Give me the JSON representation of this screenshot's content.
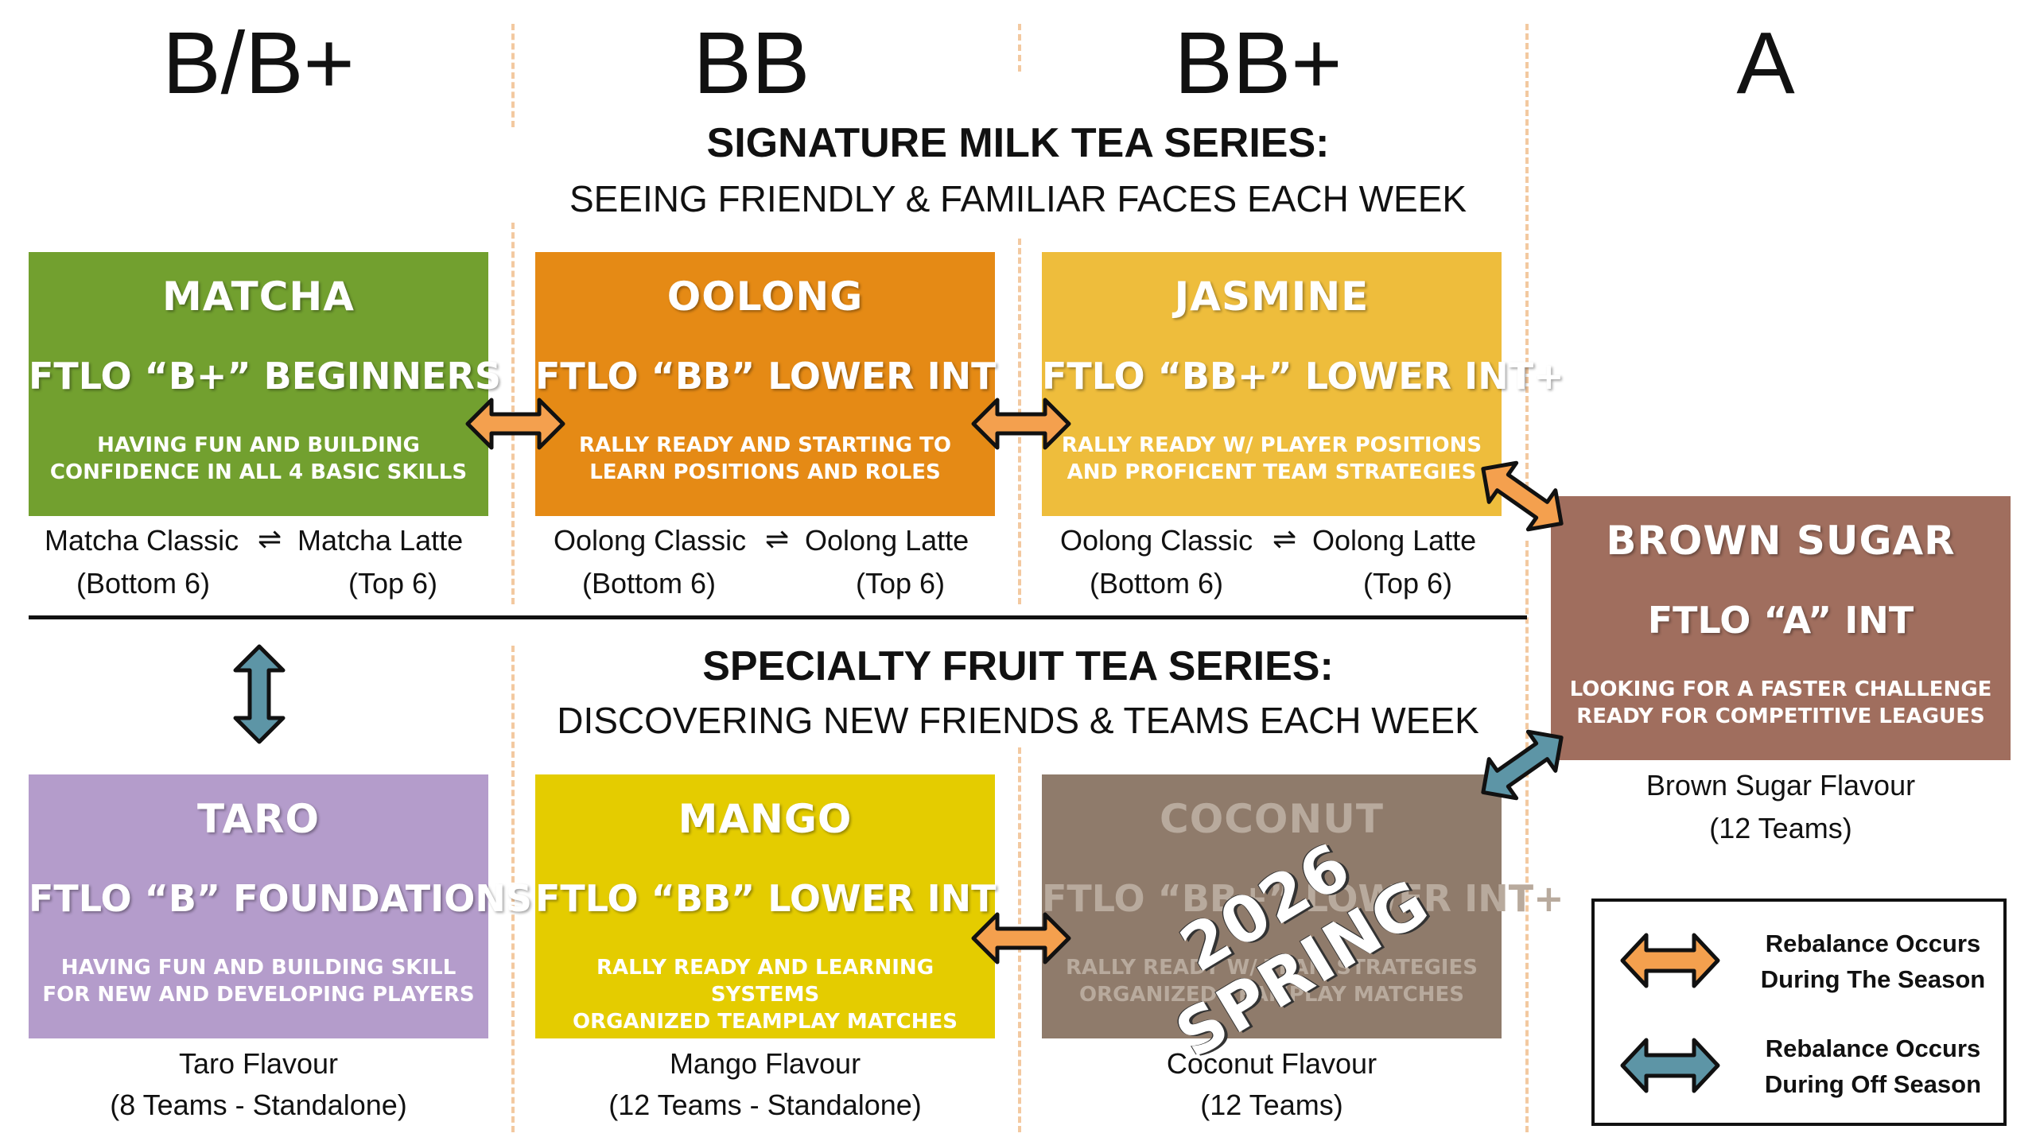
{
  "columns": [
    "B/B+",
    "BB",
    "BB+",
    "A"
  ],
  "milk_series": {
    "title": "SIGNATURE MILK TEA SERIES:",
    "subtitle": "SEEING FRIENDLY & FAMILIAR FACES EACH WEEK"
  },
  "fruit_series": {
    "title": "SPECIALTY FRUIT TEA SERIES:",
    "subtitle": "DISCOVERING NEW FRIENDS & TEAMS EACH WEEK"
  },
  "boxes": {
    "matcha": {
      "color": "#72a02f",
      "name": "MATCHA",
      "level": "FTLO “B+” BEGINNERS",
      "desc1": "HAVING FUN AND BUILDING",
      "desc2": "CONFIDENCE IN ALL 4 BASIC SKILLS",
      "cap_left": "Matcha Classic",
      "cap_sym": "⇌",
      "cap_right": "Matcha Latte",
      "sub_left": "(Bottom 6)",
      "sub_right": "(Top 6)"
    },
    "oolong": {
      "color": "#e58a15",
      "name": "OOLONG",
      "level": "FTLO “BB” LOWER INT",
      "desc1": "RALLY READY AND STARTING TO",
      "desc2": "LEARN POSITIONS AND ROLES",
      "cap_left": "Oolong Classic",
      "cap_sym": "⇌",
      "cap_right": "Oolong Latte",
      "sub_left": "(Bottom 6)",
      "sub_right": "(Top 6)"
    },
    "jasmine": {
      "color": "#eebd3c",
      "name": "JASMINE",
      "level": "FTLO “BB+” LOWER INT+",
      "desc1": "RALLY READY W/ PLAYER POSITIONS",
      "desc2": "AND PROFICENT TEAM STRATEGIES",
      "cap_left": "Oolong Classic",
      "cap_sym": "⇌",
      "cap_right": "Oolong Latte",
      "sub_left": "(Bottom 6)",
      "sub_right": "(Top 6)"
    },
    "brown_sugar": {
      "color": "#a06e5e",
      "name": "BROWN SUGAR",
      "level": "FTLO “A” INT",
      "desc1": "LOOKING FOR A FASTER CHALLENGE",
      "desc2": "READY FOR COMPETITIVE LEAGUES",
      "cap1": "Brown Sugar Flavour",
      "cap2": "(12 Teams)"
    },
    "taro": {
      "color": "#b49ccb",
      "name": "TARO",
      "level": "FTLO “B” FOUNDATIONS",
      "desc1": "HAVING FUN AND BUILDING SKILL",
      "desc2": "FOR NEW AND DEVELOPING PLAYERS",
      "cap1": "Taro Flavour",
      "cap2": "(8 Teams - Standalone)"
    },
    "mango": {
      "color": "#e4cc00",
      "name": "MANGO",
      "level": "FTLO “BB” LOWER INT",
      "desc1": "RALLY READY AND LEARNING SYSTEMS",
      "desc2": "ORGANIZED TEAMPLAY MATCHES",
      "cap1": "Mango Flavour",
      "cap2": "(12 Teams - Standalone)"
    },
    "coconut": {
      "color": "#8f7b6b",
      "name": "COCONUT",
      "level": "FTLO “BB+” LOWER INT+",
      "desc1": "RALLY READY W/ TEAM STRATEGIES",
      "desc2": "ORGANIZED TEAMPLAY MATCHES",
      "cap1": "Coconut Flavour",
      "cap2": "(12 Teams)",
      "stamp": "2026 SPRING"
    }
  },
  "legend": {
    "in_season": "Rebalance Occurs During The Season",
    "in_season_l1": "Rebalance Occurs",
    "in_season_l2": "During The Season",
    "off_season_l1": "Rebalance Occurs",
    "off_season_l2": "During Off Season",
    "in_season_color": "#f4a04e",
    "off_season_color": "#5d95a6"
  }
}
